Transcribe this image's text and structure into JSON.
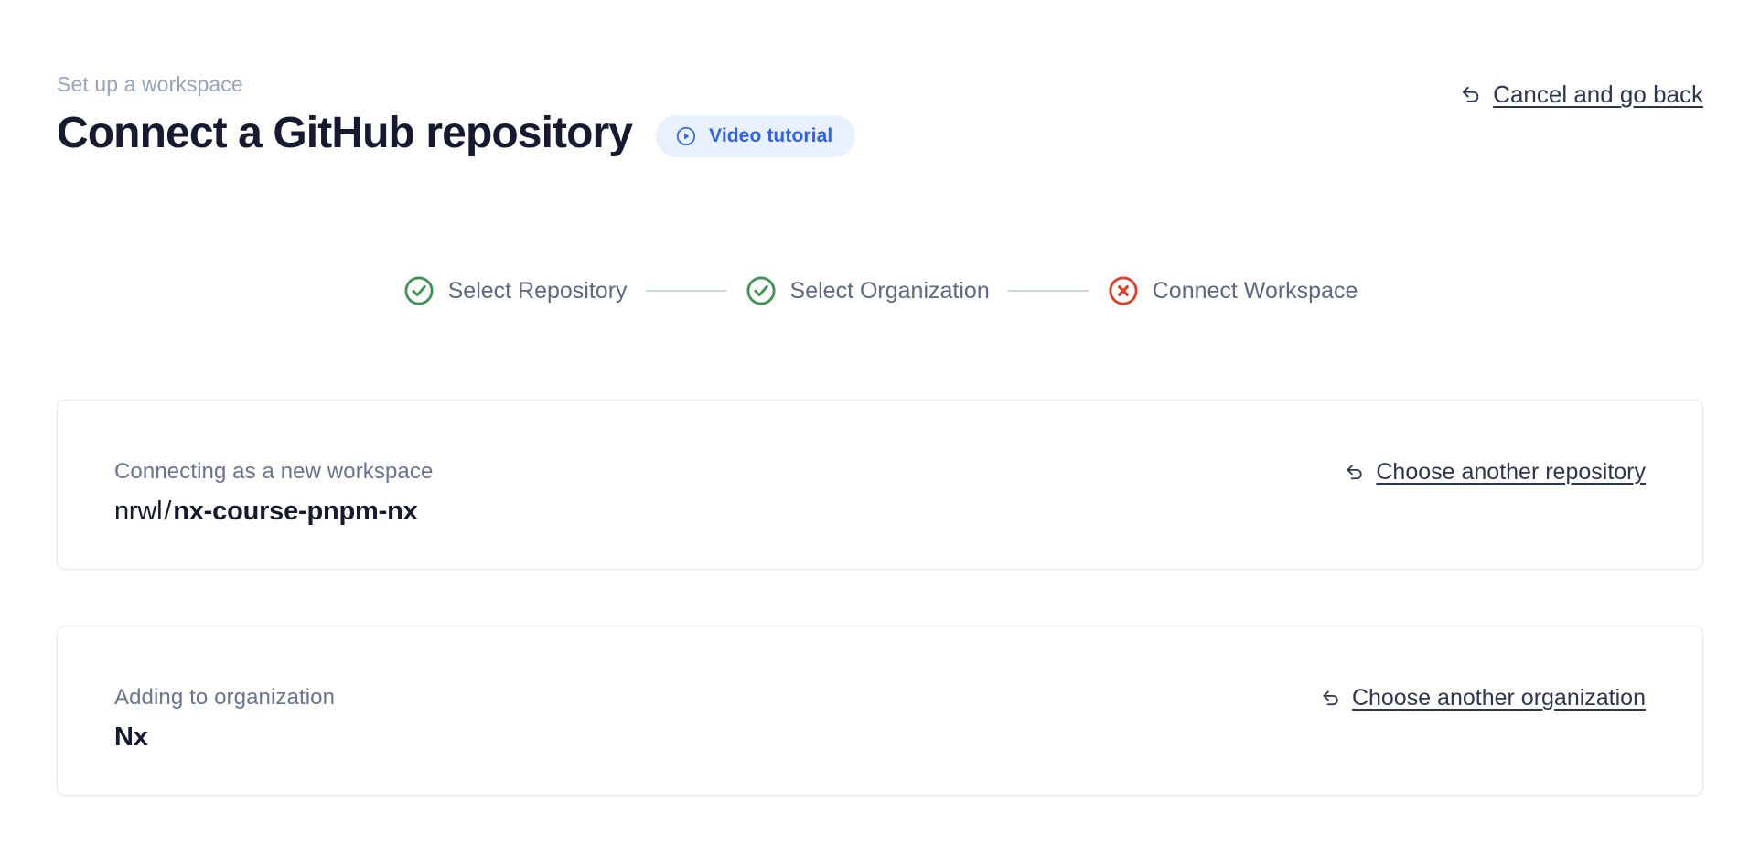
{
  "header": {
    "eyebrow": "Set up a workspace",
    "title": "Connect a GitHub repository",
    "video_badge": {
      "label": "Video tutorial",
      "icon": "play-circle-icon",
      "background": "#e9f0fe",
      "text_color": "#2f62e8"
    },
    "cancel": {
      "label": "Cancel and go back",
      "icon": "arrow-uturn-left-icon"
    }
  },
  "stepper": {
    "connector_color": "#ccd4e4",
    "steps": [
      {
        "label": "Select Repository",
        "state": "complete",
        "icon": "check-circle-icon",
        "color": "#3f9453"
      },
      {
        "label": "Select Organization",
        "state": "complete",
        "icon": "check-circle-icon",
        "color": "#3f9453"
      },
      {
        "label": "Connect Workspace",
        "state": "error",
        "icon": "x-circle-icon",
        "color": "#dd3f26"
      }
    ]
  },
  "cards": [
    {
      "name": "repository",
      "caption": "Connecting as a new workspace",
      "owner": "nrwl",
      "separator": "/",
      "repo": "nx-course-pnpm-nx",
      "action": {
        "label": "Choose another repository",
        "icon": "arrow-uturn-left-icon"
      }
    },
    {
      "name": "organization",
      "caption": "Adding to organization",
      "org": "Nx",
      "action": {
        "label": "Choose another organization",
        "icon": "arrow-uturn-left-icon"
      }
    }
  ]
}
